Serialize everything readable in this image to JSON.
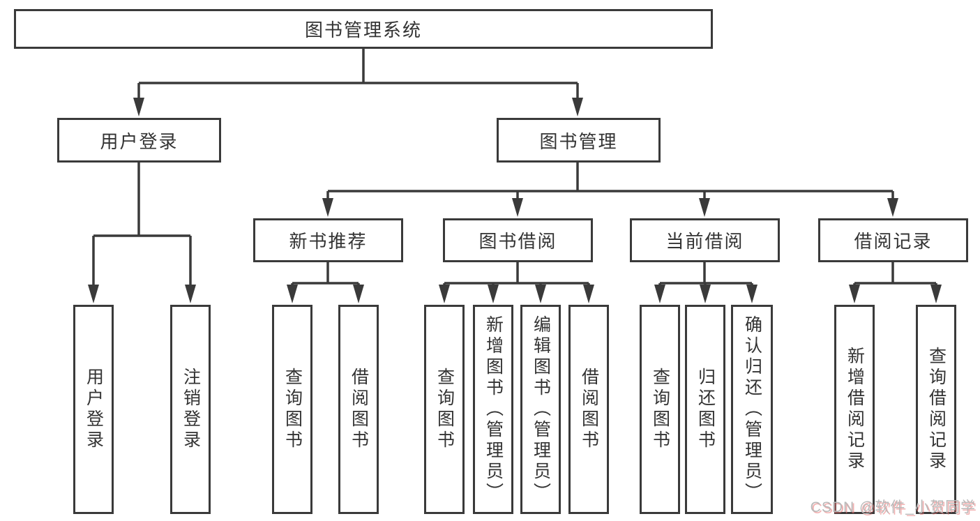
{
  "diagram": {
    "root": {
      "label": "图书管理系统"
    },
    "branches": [
      {
        "label": "用户登录",
        "children": [
          {
            "label": "用户登录"
          },
          {
            "label": "注销登录"
          }
        ]
      },
      {
        "label": "图书管理",
        "children": [
          {
            "label": "新书推荐",
            "children": [
              {
                "label": "查询图书"
              },
              {
                "label": "借阅图书"
              }
            ]
          },
          {
            "label": "图书借阅",
            "children": [
              {
                "label": "查询图书"
              },
              {
                "label": "新增图书（管理员）"
              },
              {
                "label": "编辑图书（管理员）"
              },
              {
                "label": "借阅图书"
              }
            ]
          },
          {
            "label": "当前借阅",
            "children": [
              {
                "label": "查询图书"
              },
              {
                "label": "归还图书"
              },
              {
                "label": "确认归还（管理员）"
              }
            ]
          },
          {
            "label": "借阅记录",
            "children": [
              {
                "label": "新增借阅记录"
              },
              {
                "label": "查询借阅记录"
              }
            ]
          }
        ]
      }
    ]
  },
  "watermark": {
    "text": "CSDN @软件_小贺同学"
  },
  "colors": {
    "line": "#3a3a3a",
    "box_border": "#3a3a3a",
    "text": "#333333",
    "background": "#ffffff",
    "watermark_gray": "#b9b9b9",
    "watermark_red": "#e87070"
  }
}
